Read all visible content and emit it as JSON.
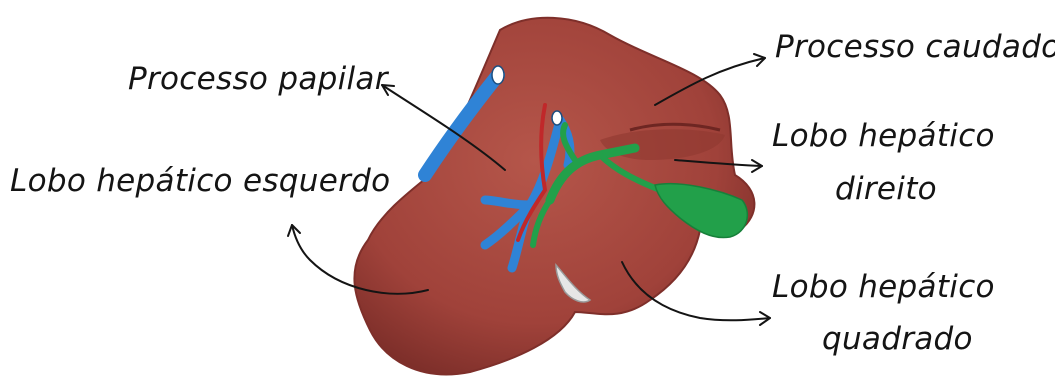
{
  "colors": {
    "liver": "#A0423A",
    "liver_dark": "#7E2F2A",
    "liver_light": "#B5564A",
    "portal_vein": "#2F83D6",
    "bile_duct": "#22A04A",
    "hepatic_artery": "#C0282A",
    "ligament": "#E6E6E6",
    "ink": "#141414"
  },
  "labels": {
    "processo_papilar": "Processo papilar",
    "processo_caudado": "Processo caudado",
    "lobo_esquerdo": "Lobo hepático esquerdo",
    "lobo_direito_l1": "Lobo hepático",
    "lobo_direito_l2": "direito",
    "lobo_quadrado_l1": "Lobo hepático",
    "lobo_quadrado_l2": "quadrado"
  },
  "icons": {
    "organ": "liver-illustration",
    "pointer": "arrow-icon"
  }
}
